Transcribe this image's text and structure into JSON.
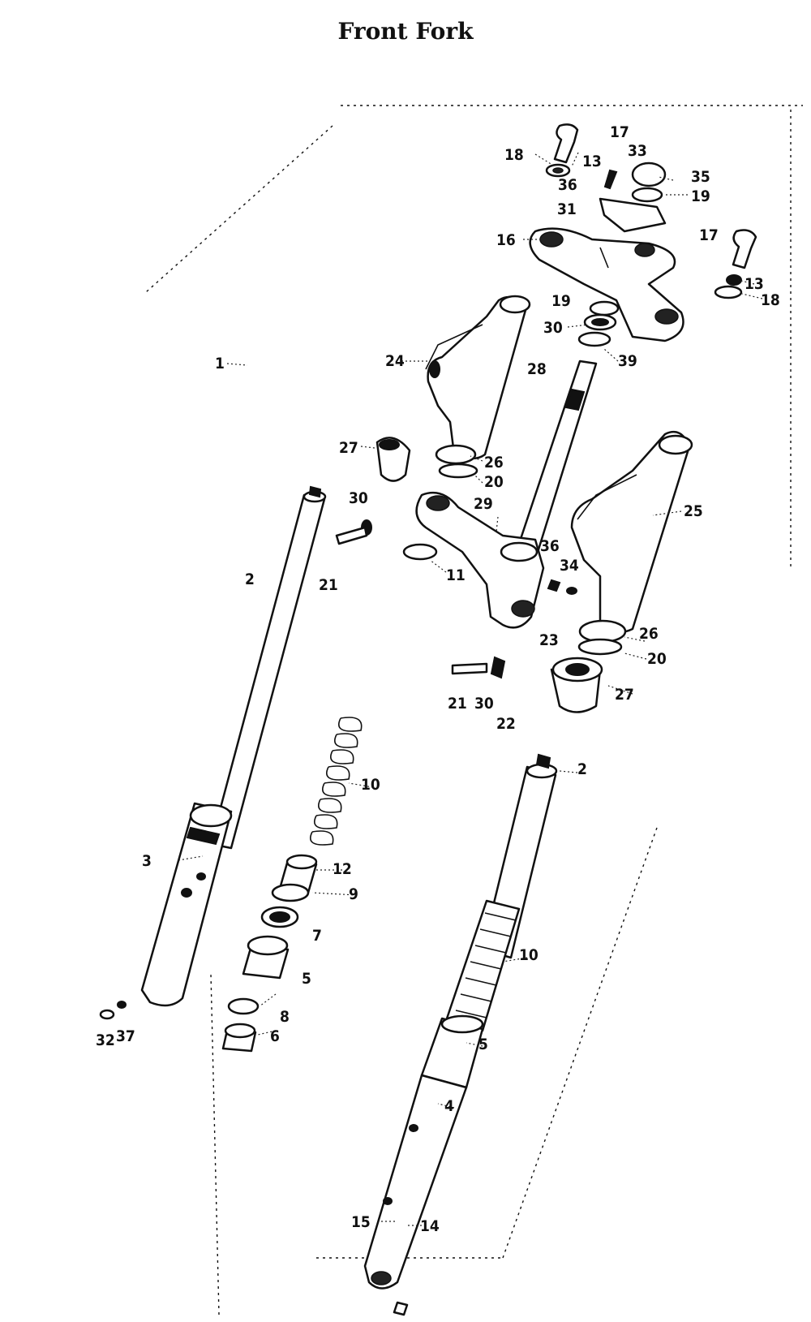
{
  "title": "Front Fork",
  "callouts": [
    {
      "id": "c1",
      "text": "1"
    },
    {
      "id": "c2a",
      "text": "2"
    },
    {
      "id": "c2b",
      "text": "2"
    },
    {
      "id": "c3",
      "text": "3"
    },
    {
      "id": "c4",
      "text": "4"
    },
    {
      "id": "c5a",
      "text": "5"
    },
    {
      "id": "c5b",
      "text": "5"
    },
    {
      "id": "c6",
      "text": "6"
    },
    {
      "id": "c7",
      "text": "7"
    },
    {
      "id": "c8",
      "text": "8"
    },
    {
      "id": "c9",
      "text": "9"
    },
    {
      "id": "c10a",
      "text": "10"
    },
    {
      "id": "c10b",
      "text": "10"
    },
    {
      "id": "c11",
      "text": "11"
    },
    {
      "id": "c12",
      "text": "12"
    },
    {
      "id": "c13a",
      "text": "13"
    },
    {
      "id": "c13b",
      "text": "13"
    },
    {
      "id": "c14",
      "text": "14"
    },
    {
      "id": "c15",
      "text": "15"
    },
    {
      "id": "c16",
      "text": "16"
    },
    {
      "id": "c17a",
      "text": "17"
    },
    {
      "id": "c17b",
      "text": "17"
    },
    {
      "id": "c18a",
      "text": "18"
    },
    {
      "id": "c18b",
      "text": "18"
    },
    {
      "id": "c19a",
      "text": "19"
    },
    {
      "id": "c19b",
      "text": "19"
    },
    {
      "id": "c20a",
      "text": "20"
    },
    {
      "id": "c20b",
      "text": "20"
    },
    {
      "id": "c21a",
      "text": "21"
    },
    {
      "id": "c21b",
      "text": "21"
    },
    {
      "id": "c22",
      "text": "22"
    },
    {
      "id": "c23",
      "text": "23"
    },
    {
      "id": "c24",
      "text": "24"
    },
    {
      "id": "c25",
      "text": "25"
    },
    {
      "id": "c26a",
      "text": "26"
    },
    {
      "id": "c26b",
      "text": "26"
    },
    {
      "id": "c27a",
      "text": "27"
    },
    {
      "id": "c27b",
      "text": "27"
    },
    {
      "id": "c28",
      "text": "28"
    },
    {
      "id": "c29",
      "text": "29"
    },
    {
      "id": "c30a",
      "text": "30"
    },
    {
      "id": "c30b",
      "text": "30"
    },
    {
      "id": "c30c",
      "text": "30"
    },
    {
      "id": "c31",
      "text": "31"
    },
    {
      "id": "c32",
      "text": "32"
    },
    {
      "id": "c33",
      "text": "33"
    },
    {
      "id": "c34",
      "text": "34"
    },
    {
      "id": "c35",
      "text": "35"
    },
    {
      "id": "c36a",
      "text": "36"
    },
    {
      "id": "c36b",
      "text": "36"
    },
    {
      "id": "c37",
      "text": "37"
    },
    {
      "id": "c39",
      "text": "39"
    }
  ]
}
